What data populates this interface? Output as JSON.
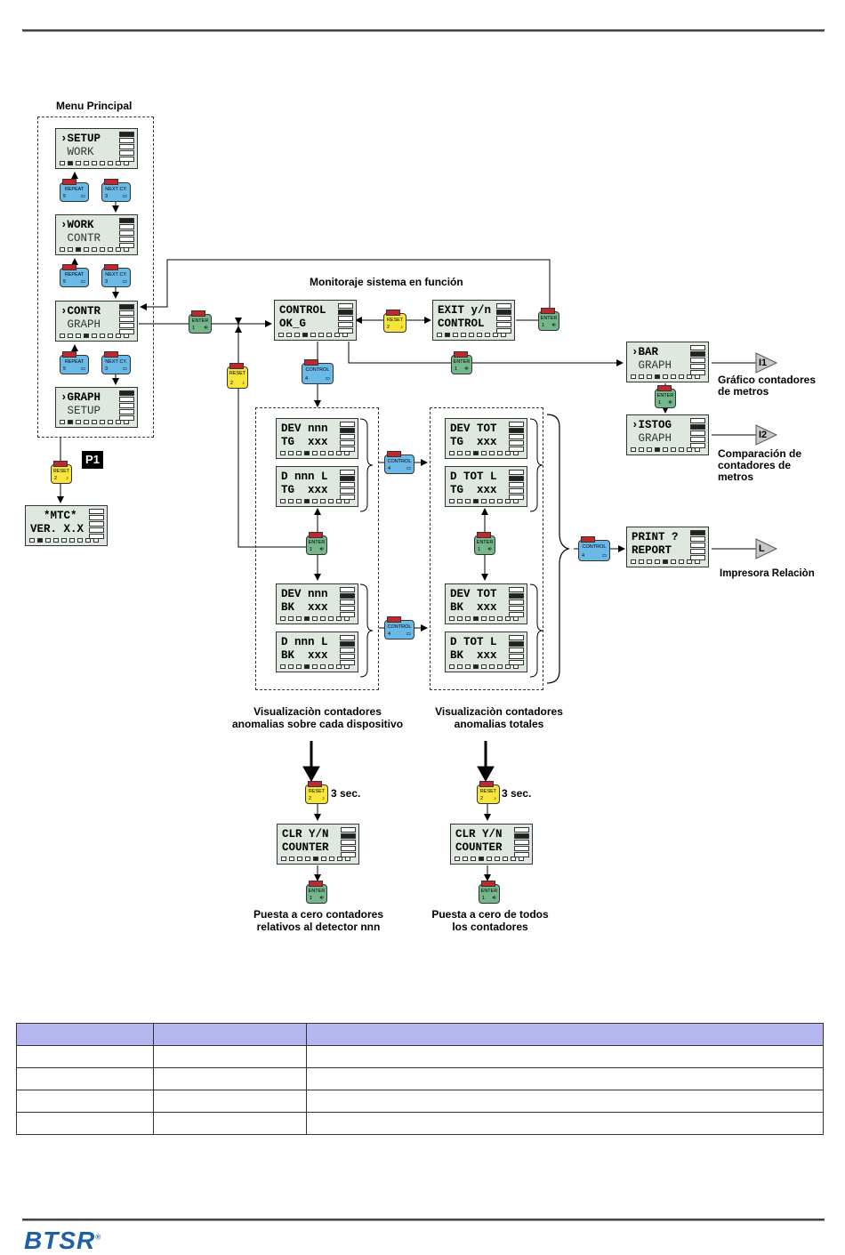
{
  "header": {
    "rule": true
  },
  "labels": {
    "menu_principal": "Menu Principal",
    "monitoraje": "Monitoraje sistema en función",
    "p1": "P1",
    "grafico": [
      "Gráfico contadores",
      "de metros"
    ],
    "comparacion": [
      "Comparación de",
      "contadores de",
      "metros"
    ],
    "impresora": "Impresora Relaciòn",
    "vis_dispositivo": [
      "Visualizaciòn contadores",
      "anomalias sobre cada dispositivo"
    ],
    "vis_totales": [
      "Visualizaciòn contadores",
      "anomalias totales"
    ],
    "three_sec": "3 sec.",
    "puesta_nnn": [
      "Puesta a cero contadores",
      "relativos al detector nnn"
    ],
    "puesta_todos": [
      "Puesta a cero de todos",
      "los contadores"
    ],
    "i1": "I1",
    "i2": "I2",
    "l": "L"
  },
  "lcds": {
    "setup": [
      "›SETUP",
      " WORK"
    ],
    "work": [
      "›WORK",
      " CONTR"
    ],
    "contr": [
      "›CONTR",
      " GRAPH"
    ],
    "graph": [
      "›GRAPH",
      " SETUP"
    ],
    "mtc": [
      "  *MTC*",
      "VER. X.X"
    ],
    "control": [
      "CONTROL",
      "OK_G"
    ],
    "exit": [
      "EXIT y/n",
      "CONTROL"
    ],
    "bar": [
      "›BAR",
      " GRAPH"
    ],
    "istog": [
      "›ISTOG",
      " GRAPH"
    ],
    "dev_nnn_tg": [
      "DEV nnn",
      "TG  xxx"
    ],
    "d_nnn_l_tg": [
      "D nnn L",
      "TG  xxx"
    ],
    "dev_nnn_bk": [
      "DEV nnn",
      "BK  xxx"
    ],
    "d_nnn_l_bk": [
      "D nnn L",
      "BK  xxx"
    ],
    "dev_tot_tg": [
      "DEV TOT",
      "TG  xxx"
    ],
    "d_tot_l_tg": [
      "D TOT L",
      "TG  xxx"
    ],
    "dev_tot_bk": [
      "DEV TOT",
      "BK  xxx"
    ],
    "d_tot_l_bk": [
      "D TOT L",
      "BK  xxx"
    ],
    "print": [
      "PRINT ?",
      "REPORT"
    ],
    "clr1": [
      "CLR Y/N",
      "COUNTER"
    ],
    "clr2": [
      "CLR Y/N",
      "COUNTER"
    ]
  },
  "keys": {
    "repeat": {
      "label": "REPEAT",
      "num": "5"
    },
    "next": {
      "label": "NEXT CY.",
      "num": "3"
    },
    "enter": {
      "label": "ENTER",
      "num": "1"
    },
    "reset": {
      "label": "RESET",
      "num": "2"
    },
    "control": {
      "label": "CONTROL",
      "num": "4"
    }
  },
  "table": {
    "rows": [
      [
        "",
        "",
        ""
      ],
      [
        "",
        "",
        ""
      ],
      [
        "",
        "",
        ""
      ],
      [
        "",
        "",
        ""
      ],
      [
        "",
        "",
        ""
      ]
    ]
  },
  "footer": {
    "logo": "BTSR",
    "reg": "®"
  },
  "colors": {
    "lcd": "#dfe8de",
    "key_blue": "#6ab9e6",
    "key_green": "#76b68b",
    "key_yellow": "#f7e53b",
    "key_red": "#c0282d",
    "table_header": "#b6b6f0"
  }
}
